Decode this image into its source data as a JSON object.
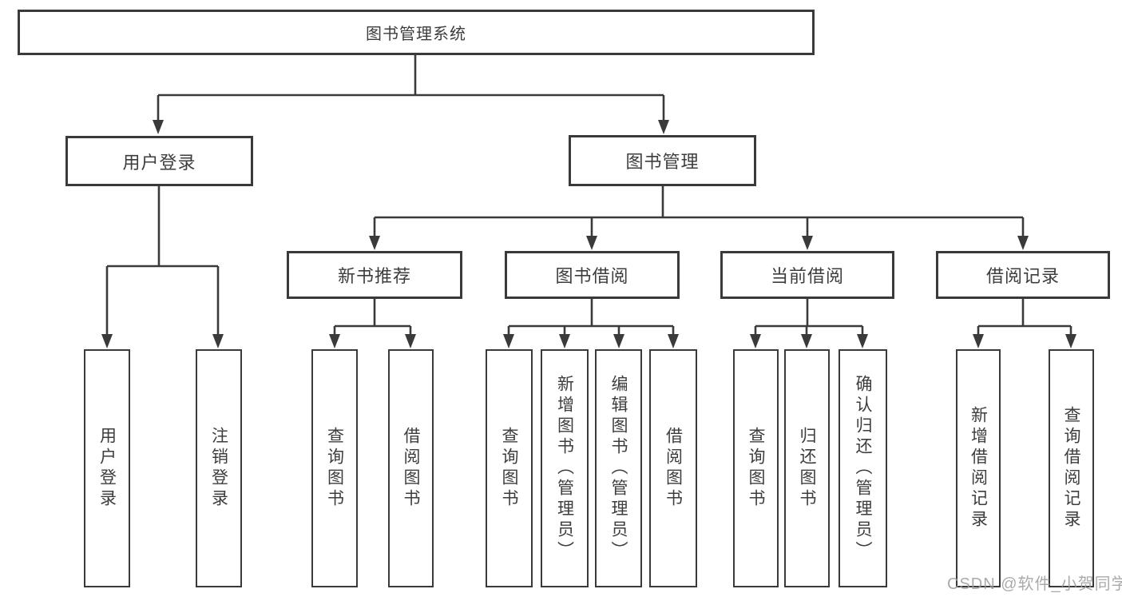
{
  "diagram_type": "hierarchy-tree",
  "tree": {
    "label": "图书管理系统",
    "children": [
      {
        "label": "用户登录",
        "children": [
          {
            "label": "用户登录"
          },
          {
            "label": "注销登录"
          }
        ]
      },
      {
        "label": "图书管理",
        "children": [
          {
            "label": "新书推荐",
            "children": [
              {
                "label": "查询图书"
              },
              {
                "label": "借阅图书"
              }
            ]
          },
          {
            "label": "图书借阅",
            "children": [
              {
                "label": "查询图书"
              },
              {
                "label": "新增图书（管理员）"
              },
              {
                "label": "编辑图书（管理员）"
              },
              {
                "label": "借阅图书"
              }
            ]
          },
          {
            "label": "当前借阅",
            "children": [
              {
                "label": "查询图书"
              },
              {
                "label": "归还图书"
              },
              {
                "label": "确认归还（管理员）"
              }
            ]
          },
          {
            "label": "借阅记录",
            "children": [
              {
                "label": "新增借阅记录"
              },
              {
                "label": "查询借阅记录"
              }
            ]
          }
        ]
      }
    ]
  },
  "watermark": {
    "text": "CSDN @软件_小贺同学"
  },
  "colors": {
    "line": "#3a3a3a",
    "text": "#3d3d3d",
    "node_bg": "#ffffff",
    "watermark": "#9c9c9c",
    "background": "#ffffff"
  }
}
